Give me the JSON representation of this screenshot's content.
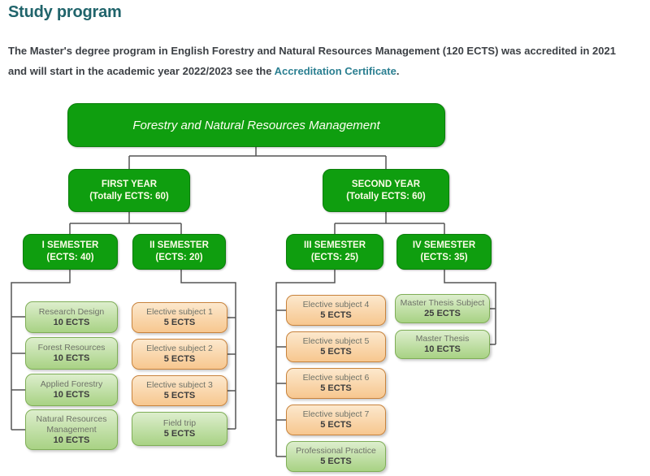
{
  "colors": {
    "heading": "#20646b",
    "body-text": "#3c4045",
    "link": "#2b7f91",
    "dark-green": "#0f9e0f",
    "dark-green-border": "#0a7f0a",
    "node-text": "#fcfce8",
    "leaf-green-top": "#ddeecd",
    "leaf-green-bottom": "#a8d284",
    "leaf-green-border": "#7fae57",
    "leaf-orange-top": "#fce8cd",
    "leaf-orange-bottom": "#f7c78f",
    "leaf-orange-border": "#c8833c",
    "leaf-title": "#6e7268",
    "leaf-ects": "#3d3d3d",
    "connector": "#555555"
  },
  "header": {
    "title": "Study program"
  },
  "intro": {
    "line1": "The Master's degree program in English Forestry and Natural Resources Management (120 ECTS) was accredited in 2021",
    "line2_before_link": "and will start in the academic year 2022/2023 see the ",
    "link_text": "Accreditation Certificate",
    "line2_after_link": "."
  },
  "tree": {
    "root": {
      "label": "Forestry and Natural Resources Management"
    },
    "years": [
      {
        "name": "FIRST YEAR",
        "ects": "(Totally ECTS: 60)"
      },
      {
        "name": "SECOND YEAR",
        "ects": "(Totally ECTS: 60)"
      }
    ],
    "semesters": [
      {
        "name": "I SEMESTER",
        "ects": "(ECTS: 40)"
      },
      {
        "name": "II SEMESTER",
        "ects": "(ECTS: 20)"
      },
      {
        "name": "III SEMESTER",
        "ects": "(ECTS: 25)"
      },
      {
        "name": "IV SEMESTER",
        "ects": "(ECTS: 35)"
      }
    ],
    "courses": {
      "sem1": [
        {
          "title": "Research Design",
          "ects": "10 ECTS"
        },
        {
          "title": "Forest Resources",
          "ects": "10 ECTS"
        },
        {
          "title": "Applied Forestry",
          "ects": "10 ECTS"
        },
        {
          "title": "Natural Resources Management",
          "ects": "10 ECTS"
        }
      ],
      "sem2": [
        {
          "title": "Elective subject 1",
          "ects": "5 ECTS"
        },
        {
          "title": "Elective subject 2",
          "ects": "5 ECTS"
        },
        {
          "title": "Elective subject 3",
          "ects": "5 ECTS"
        },
        {
          "title": "Field trip",
          "ects": "5 ECTS"
        }
      ],
      "sem3": [
        {
          "title": "Elective subject 4",
          "ects": "5 ECTS"
        },
        {
          "title": "Elective subject 5",
          "ects": "5 ECTS"
        },
        {
          "title": "Elective subject 6",
          "ects": "5 ECTS"
        },
        {
          "title": "Elective subject 7",
          "ects": "5 ECTS"
        },
        {
          "title": "Professional Practice",
          "ects": "5 ECTS"
        }
      ],
      "sem4": [
        {
          "title": "Master Thesis Subject",
          "ects": "25 ECTS"
        },
        {
          "title": "Master Thesis",
          "ects": "10 ECTS"
        }
      ]
    }
  }
}
